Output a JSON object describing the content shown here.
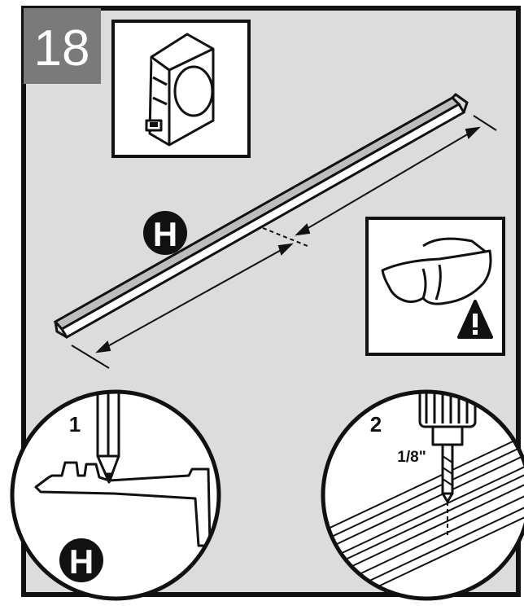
{
  "step": {
    "number": "18"
  },
  "part_labels": {
    "main": "H",
    "detail": "H"
  },
  "details": {
    "first": {
      "label": "1"
    },
    "second": {
      "label": "2",
      "drill_size": "1/8\""
    }
  },
  "icons": {
    "tape_measure": "tape-measure-icon",
    "safety_glasses": "safety-glasses-icon",
    "warning": "warning-icon"
  },
  "colors": {
    "panel": "#dcdcdc",
    "step_badge": "#7a7a7a",
    "frame": "#111111",
    "rail_fill": "#bdbdbd"
  }
}
